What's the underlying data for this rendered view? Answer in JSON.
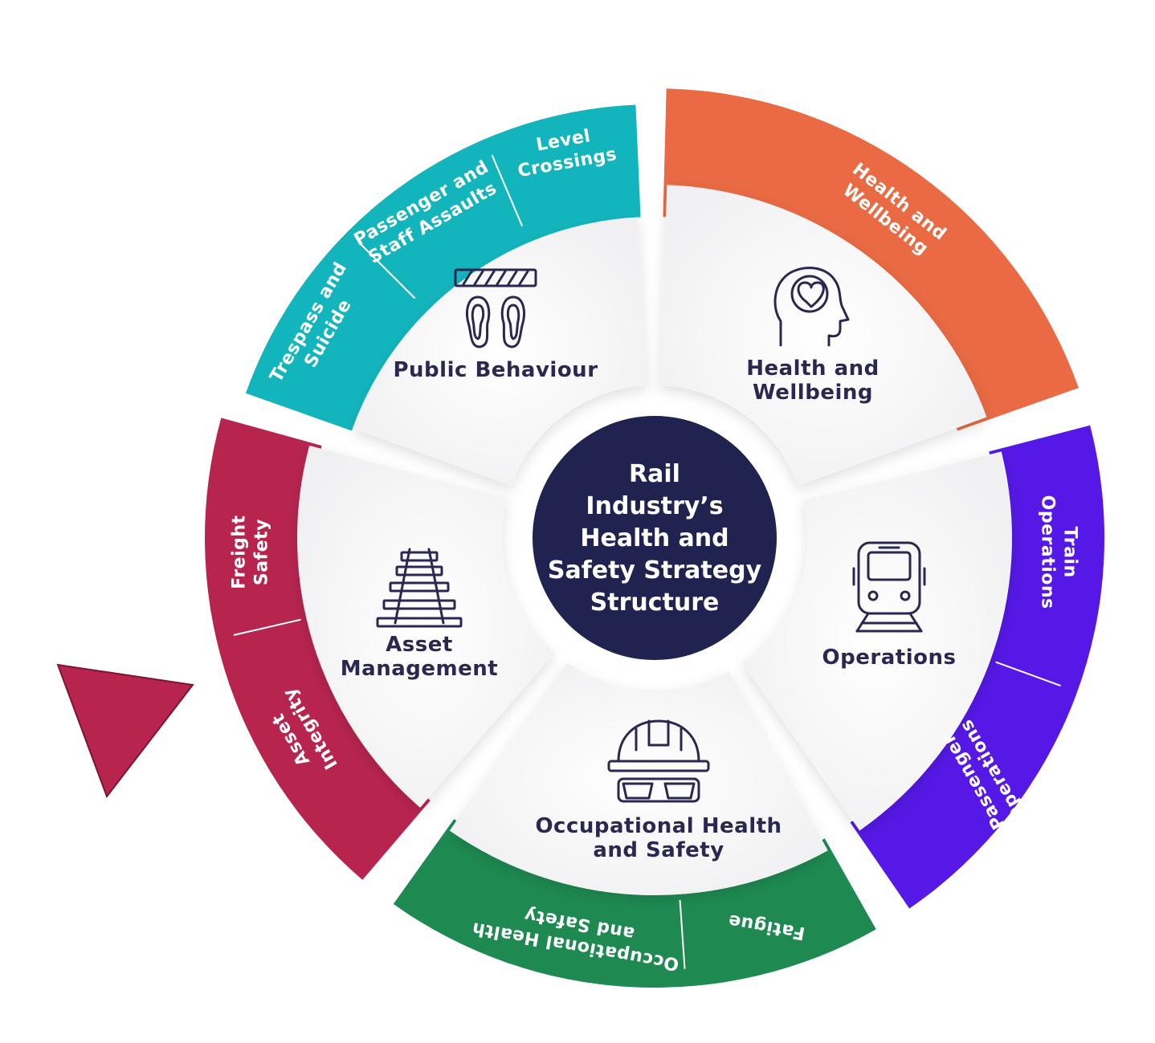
{
  "center": {
    "lines": [
      "Rail",
      "Industry’s",
      "Health and",
      "Safety Strategy",
      "Structure"
    ],
    "color": "#20224f"
  },
  "segments": [
    {
      "id": "public-behaviour",
      "label_lines": [
        "Public Behaviour"
      ],
      "icon": "barrier-footprints-icon",
      "color": "#13b5bd",
      "sub_items": [
        {
          "lines": [
            "Trespass and",
            "Suicide"
          ]
        },
        {
          "lines": [
            "Passenger and",
            "Staff Assaults"
          ]
        },
        {
          "lines": [
            "Level",
            "Crossings"
          ]
        }
      ]
    },
    {
      "id": "health-wellbeing",
      "label_lines": [
        "Health and",
        "Wellbeing"
      ],
      "icon": "head-heart-icon",
      "color": "#e96a43",
      "sub_items": [
        {
          "lines": [
            "Health and",
            "Wellbeing"
          ]
        }
      ]
    },
    {
      "id": "operations",
      "label_lines": [
        "Operations"
      ],
      "icon": "train-icon",
      "color": "#5518e6",
      "sub_items": [
        {
          "lines": [
            "Train",
            "Operations"
          ]
        },
        {
          "lines": [
            "Passenger",
            "Operations"
          ]
        }
      ]
    },
    {
      "id": "occupational-health-safety",
      "label_lines": [
        "Occupational Health",
        "and Safety"
      ],
      "icon": "hard-hat-goggles-icon",
      "color": "#1e8a52",
      "sub_items": [
        {
          "lines": [
            "Fatigue"
          ]
        },
        {
          "lines": [
            "Occupational Health",
            "and Safety"
          ]
        }
      ]
    },
    {
      "id": "asset-management",
      "label_lines": [
        "Asset",
        "Management"
      ],
      "icon": "railway-track-icon",
      "color": "#b7254f",
      "sub_items": [
        {
          "lines": [
            "Asset",
            "Integrity"
          ]
        },
        {
          "lines": [
            "Freight",
            "Safety"
          ]
        }
      ]
    }
  ],
  "pointer": {
    "icon": "pointer-triangle-icon",
    "color": "#b7254f"
  }
}
